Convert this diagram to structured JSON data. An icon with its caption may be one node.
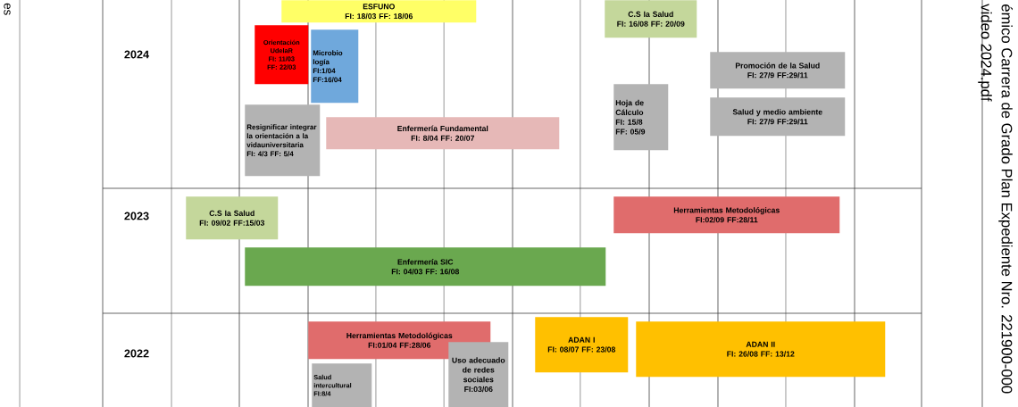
{
  "diagram": {
    "nodes": [
      {
        "text": [
          "ESFUNO",
          "FI: 18/03  FF: 18/06"
        ]
      },
      {
        "text": [
          "Orientación UdelaR",
          "FI: 11/03",
          "FF: 22/03"
        ]
      },
      {
        "text": [
          "Microbio logía",
          "FI:1/04",
          "FF:16/04"
        ]
      },
      {
        "text": [
          "Resignificar integrar la orientación a la vidauniversitaria",
          "FI: 4/3    FF: 5/4"
        ]
      },
      {
        "text": [
          "Enfermería Fundamental",
          "FI: 8/04 FF: 20/07"
        ]
      },
      {
        "text": [
          "C.S  la Salud",
          "FI: 16/08  FF: 20/09"
        ]
      },
      {
        "text": [
          "Hoja de Cálculo",
          "FI: 15/8",
          "FF: 05/9"
        ]
      },
      {
        "text": [
          "Promoción de la Salud",
          "FI: 27/9    FF:29/11"
        ]
      },
      {
        "text": [
          "Salud y medio ambiente",
          "FI: 27/9    FF:29/11"
        ]
      },
      {
        "text": [
          "C.S  la Salud",
          "FI: 09/02  FF:15/03"
        ]
      },
      {
        "text": [
          "Herramientas Metodológicas",
          "FI:02/09     FF:28/11"
        ]
      },
      {
        "text": [
          "Enfermería SIC",
          "FI: 04/03 FF: 16/08"
        ]
      },
      {
        "text": [
          "Herramientas Metodológicas",
          "FI:01/04     FF:28/06"
        ]
      },
      {
        "text": [
          "ADAN I",
          "FI: 08/07 FF: 23/08"
        ]
      },
      {
        "text": [
          "ADAN II",
          "FI: 26/08 FF: 13/12"
        ]
      },
      {
        "text": [
          "Salud intercultural",
          "FI:8/4"
        ]
      },
      {
        "text": [
          "Uso adecuado de redes sociales",
          "FI:03/06"
        ]
      }
    ],
    "labels": [
      "es",
      "2024",
      "2023",
      "2022",
      "émico Carrera de Grado Plan   Expediente Nro. 221900-000",
      "video 2024.pdf"
    ]
  }
}
